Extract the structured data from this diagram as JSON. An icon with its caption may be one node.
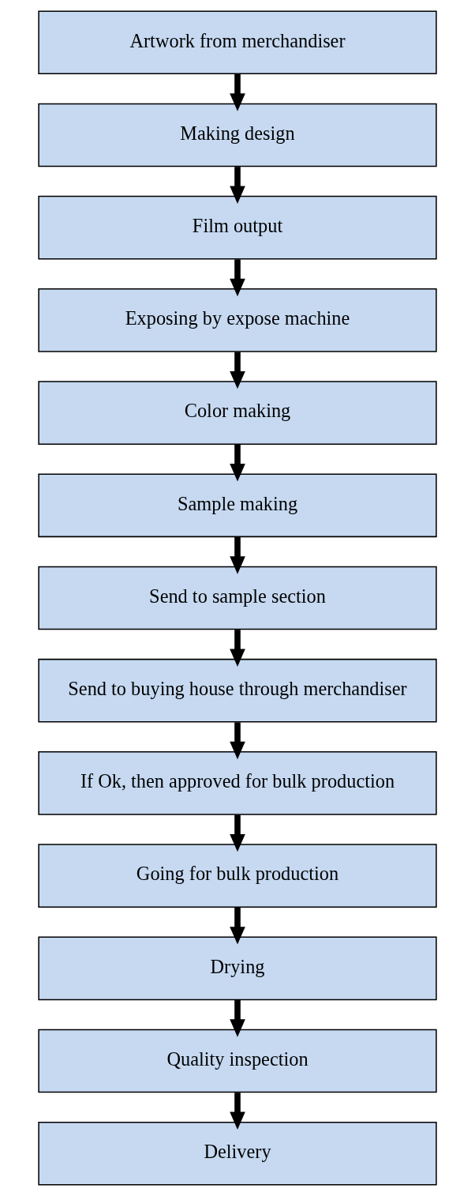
{
  "diagram": {
    "nodes": [
      {
        "text": [
          "Artwork from merchandiser"
        ]
      },
      {
        "text": [
          "Making design"
        ]
      },
      {
        "text": [
          "Film output"
        ]
      },
      {
        "text": [
          "Exposing by expose machine"
        ]
      },
      {
        "text": [
          "Color making"
        ]
      },
      {
        "text": [
          "Sample making"
        ]
      },
      {
        "text": [
          "Send to sample section"
        ]
      },
      {
        "text": [
          "Send to buying house through merchandiser"
        ]
      },
      {
        "text": [
          "If Ok, then approved for bulk production"
        ]
      },
      {
        "text": [
          "Going for bulk production"
        ]
      },
      {
        "text": [
          "Drying"
        ]
      },
      {
        "text": [
          "Quality inspection"
        ]
      },
      {
        "text": [
          "Delivery"
        ]
      }
    ],
    "edges": [
      {
        "from": 0,
        "to": 1,
        "arrow": "to"
      },
      {
        "from": 1,
        "to": 2,
        "arrow": "to"
      },
      {
        "from": 2,
        "to": 3,
        "arrow": "to"
      },
      {
        "from": 3,
        "to": 4,
        "arrow": "to"
      },
      {
        "from": 4,
        "to": 5,
        "arrow": "to"
      },
      {
        "from": 5,
        "to": 6,
        "arrow": "to"
      },
      {
        "from": 6,
        "to": 7,
        "arrow": "to"
      },
      {
        "from": 7,
        "to": 8,
        "arrow": "to"
      },
      {
        "from": 8,
        "to": 9,
        "arrow": "to"
      },
      {
        "from": 9,
        "to": 10,
        "arrow": "to"
      },
      {
        "from": 10,
        "to": 11,
        "arrow": "to"
      },
      {
        "from": 11,
        "to": 12,
        "arrow": "to"
      }
    ]
  }
}
